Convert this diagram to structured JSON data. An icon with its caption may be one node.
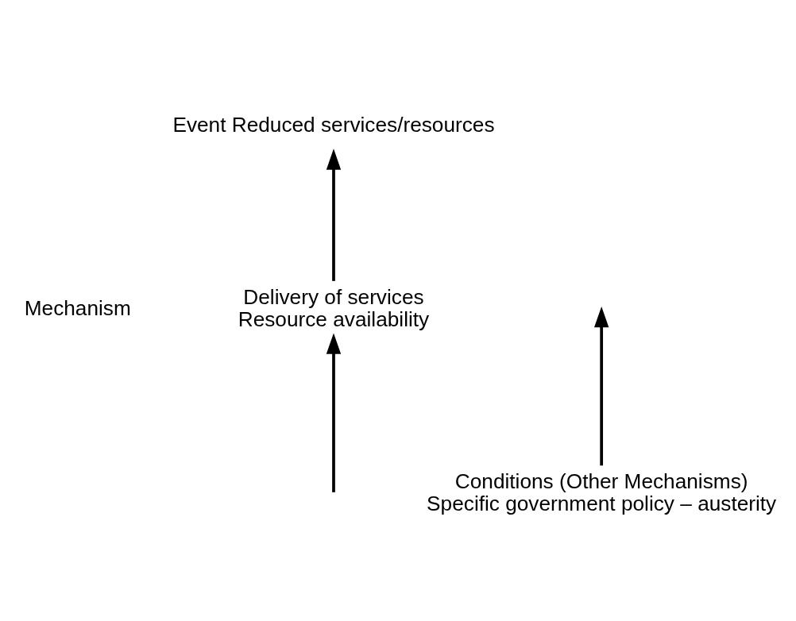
{
  "diagram": {
    "nodes": [
      {
        "text": [
          "Event Reduced services/resources"
        ]
      },
      {
        "text": [
          "Mechanism"
        ]
      },
      {
        "text": [
          "Delivery of services",
          "Resource availability"
        ]
      },
      {
        "text": [
          "Conditions (Other Mechanisms)",
          "Specific government policy – austerity"
        ]
      }
    ],
    "edges": [
      {
        "from": null,
        "to": 2,
        "arrow": "to"
      },
      {
        "from": 2,
        "to": 0,
        "arrow": "to"
      },
      {
        "from": 3,
        "to": null,
        "arrow": "to"
      }
    ]
  }
}
